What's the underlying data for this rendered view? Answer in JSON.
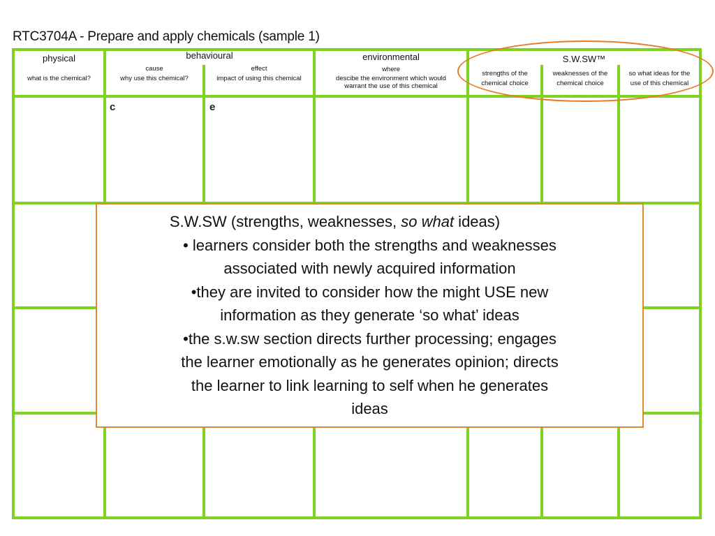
{
  "title": "RTC3704A - Prepare and apply chemicals (sample 1)",
  "colors": {
    "grid": "#7ed321",
    "ellipse": "#e87a22",
    "callout_border": "#e0892f"
  },
  "headers": {
    "physical": {
      "label": "physical",
      "sub": "what is the chemical?"
    },
    "behavioural": {
      "label": "behavioural",
      "cause": {
        "label": "cause",
        "sub": "why use this chemical?"
      },
      "effect": {
        "label": "effect",
        "sub": "impact of using this chemical"
      }
    },
    "environmental": {
      "label": "environmental",
      "sub1": "where",
      "sub2": "descibe the environment which would",
      "sub3": "warrant the use of this chemical"
    },
    "swsw": {
      "label": "S.W.SW™",
      "strengths": [
        "strengths of the",
        "chemical choice"
      ],
      "weaknesses": [
        "weaknesses of the",
        "chemical choice"
      ],
      "sowhat": [
        "so what ideas for the",
        "use of this chemical"
      ]
    }
  },
  "cells": {
    "cause_letter": "c",
    "effect_letter": "e"
  },
  "callout": {
    "heading_pre": "S.W.SW (strengths, weaknesses, ",
    "heading_em": "so what",
    "heading_post": " ideas)",
    "lines": [
      "• learners consider both the strengths and weaknesses",
      "associated with newly acquired information",
      "•they are invited to consider how the might USE new",
      "information as they generate ‘so what’ ideas",
      "•the s.w.sw section directs further processing; engages",
      "the learner emotionally as he generates opinion; directs",
      "the learner to link learning to self when he generates",
      "ideas"
    ]
  }
}
